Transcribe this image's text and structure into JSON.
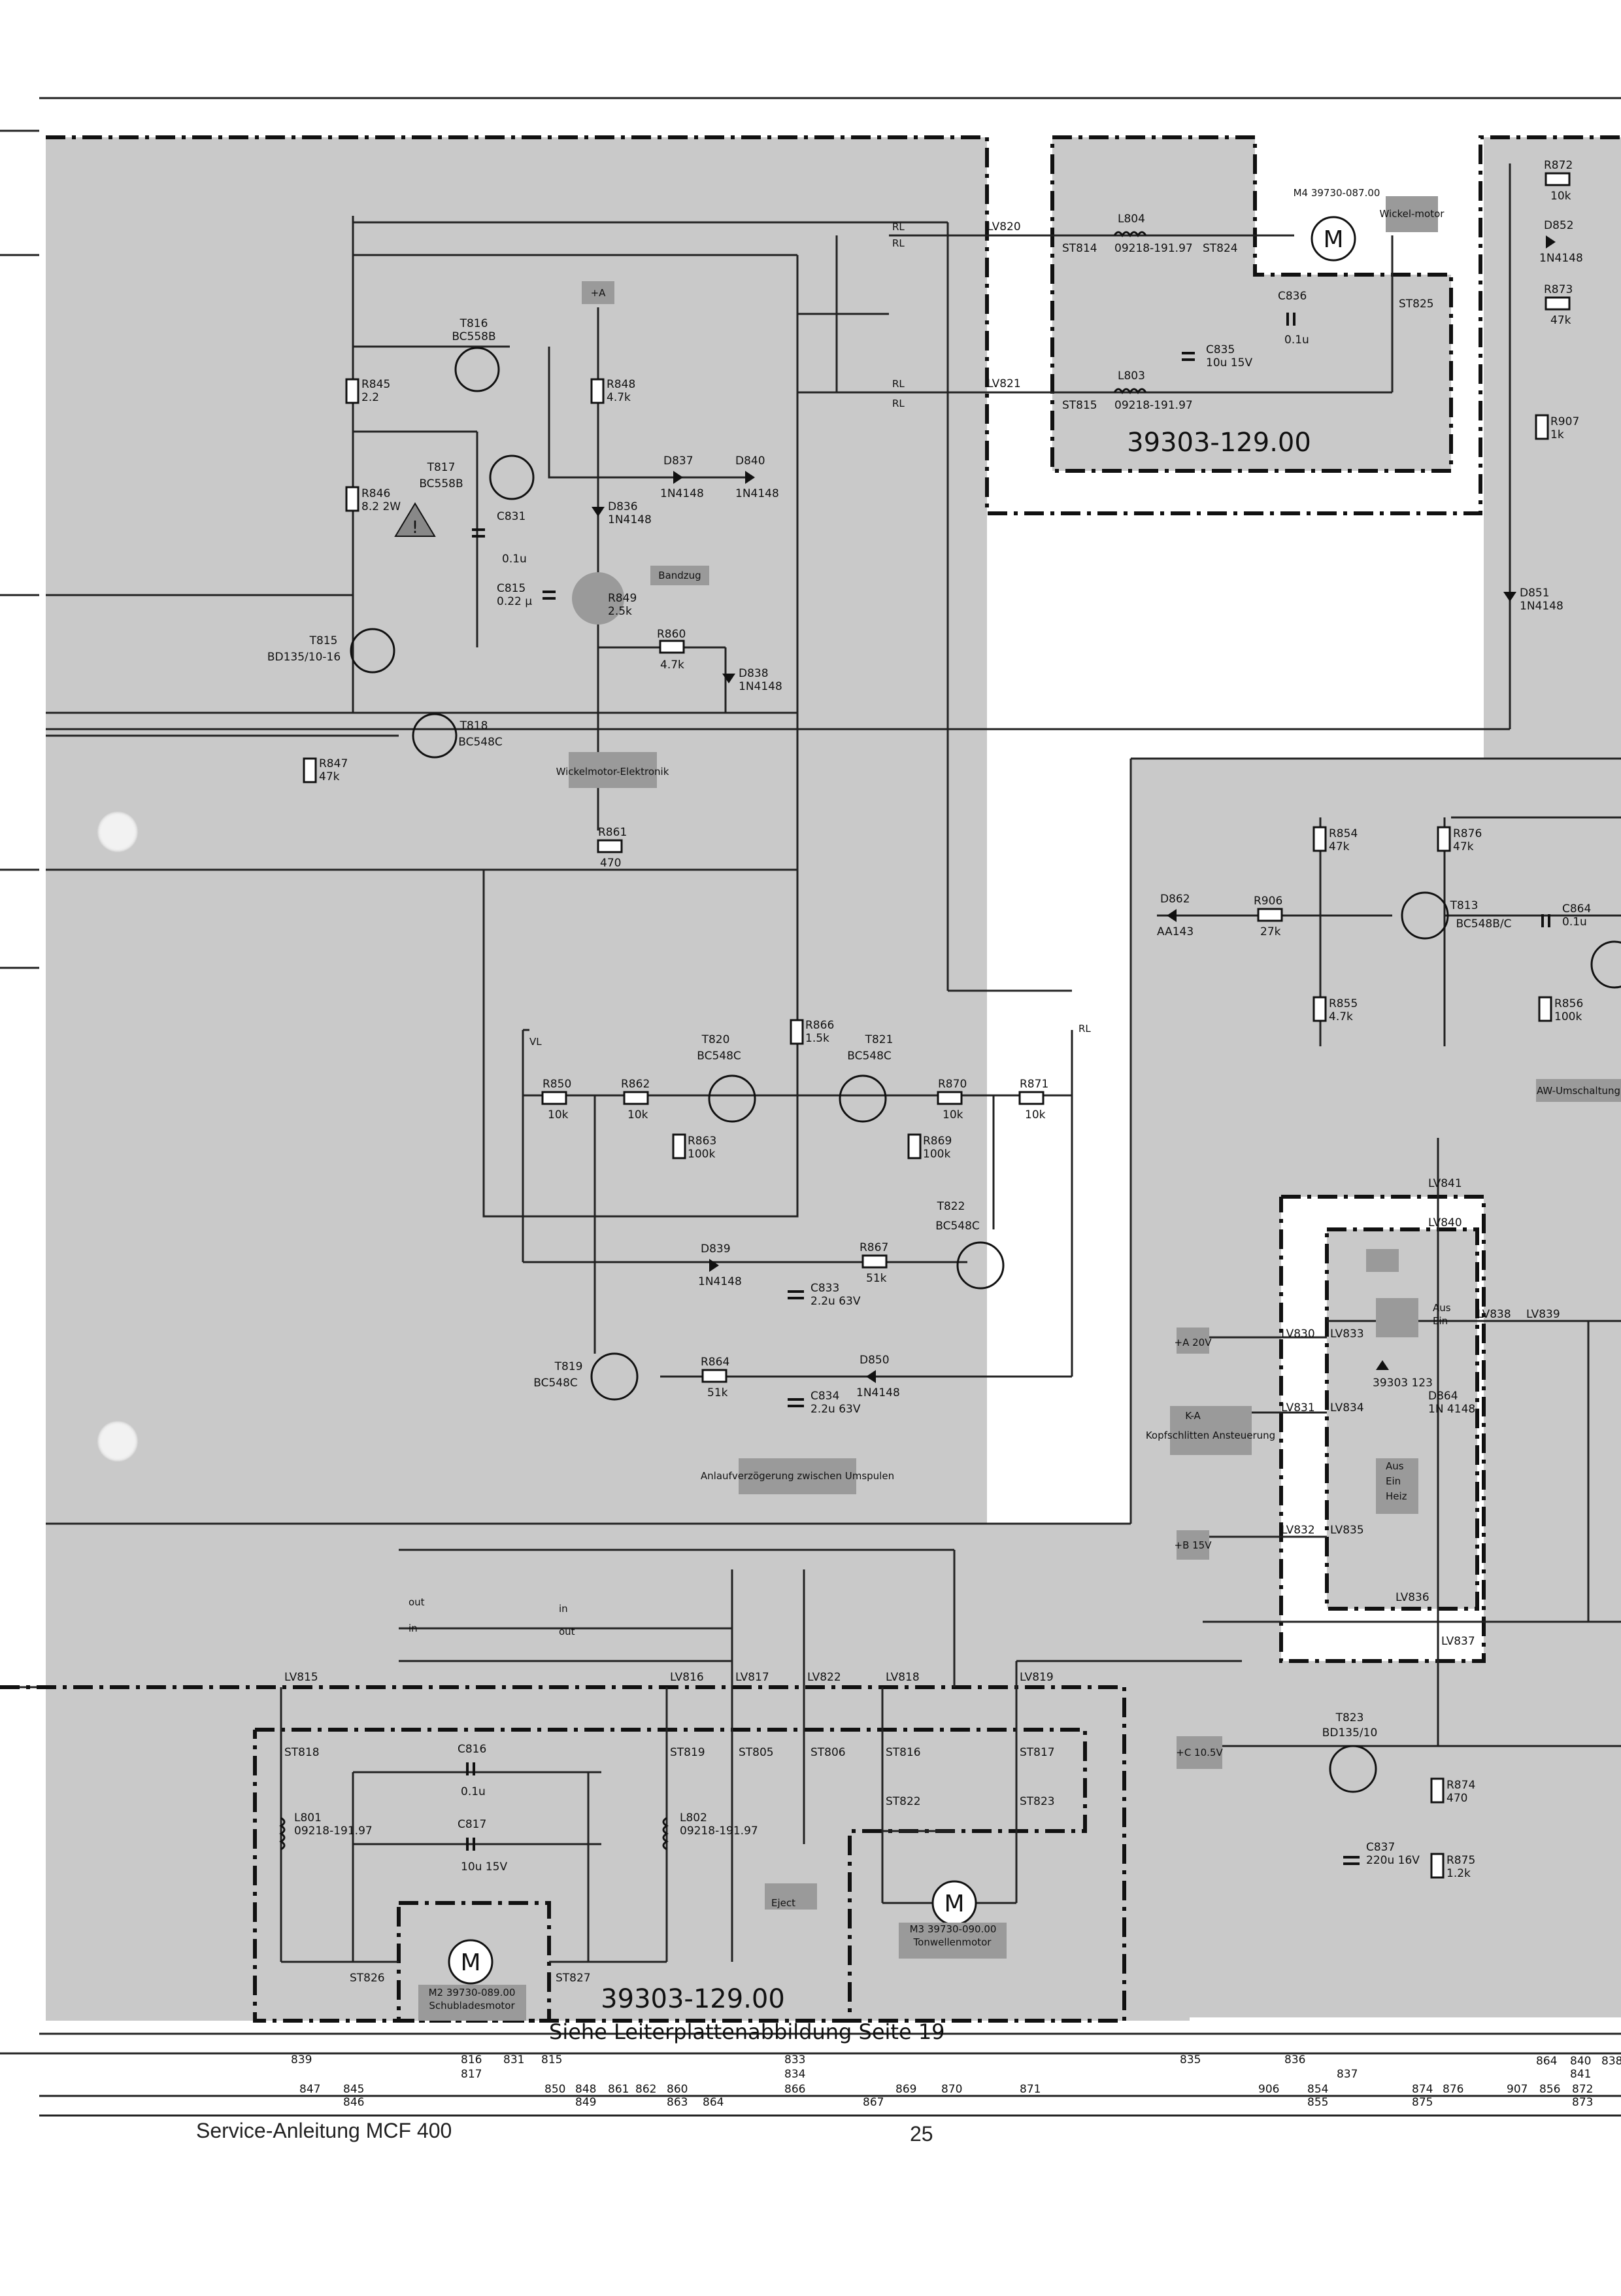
{
  "footer": {
    "left": "Service-Anleitung MCF 400",
    "page_number": "25",
    "pcb_note": "Siehe Leiterplattenabbildung Seite 19"
  },
  "boards": {
    "upper_board": "39303-129.00",
    "lower_board": "39303-129.00",
    "inner_board": "39303 123"
  },
  "notes": {
    "bandzug": "Bandzug",
    "wickelmotor_elektronik": "Wickelmotor-Elektronik",
    "anlauf": "Anlaufverzögerung zwischen Umspulen",
    "wickelmotor": "Wickel-motor",
    "aw_umschaltung": "AW-Umschaltung",
    "kopfschlitten": "Kopfschlitten Ansteuerung",
    "tonwellenmotor": "Tonwellenmotor",
    "schubladesmotor": "Schubladesmotor",
    "eject": "Eject"
  },
  "supply": {
    "a20": "+A 20V",
    "ka": "K-A",
    "b15": "+B 15V",
    "c105": "+C 10.5V",
    "a_small": "+A"
  },
  "motors": {
    "m4": "M4 39730-087.00",
    "m3": "M3 39730-090.00",
    "m2": "M2 39730-089.00"
  },
  "transistors": [
    {
      "ref": "T816",
      "type": "BC558B"
    },
    {
      "ref": "T817",
      "type": "BC558B"
    },
    {
      "ref": "T815",
      "type": "BD135/10-16"
    },
    {
      "ref": "T818",
      "type": "BC548C"
    },
    {
      "ref": "T820",
      "type": "BC548C"
    },
    {
      "ref": "T821",
      "type": "BC548C"
    },
    {
      "ref": "T822",
      "type": "BC548C"
    },
    {
      "ref": "T819",
      "type": "BC548C"
    },
    {
      "ref": "T813",
      "type": "BC548B/C"
    },
    {
      "ref": "T823",
      "type": "BD135/10"
    }
  ],
  "resistors": [
    {
      "ref": "R845",
      "val": "2.2"
    },
    {
      "ref": "R846",
      "val": "8.2 2W"
    },
    {
      "ref": "R848",
      "val": "4.7k"
    },
    {
      "ref": "R849",
      "val": "2.5k"
    },
    {
      "ref": "R860",
      "val": "4.7k"
    },
    {
      "ref": "R847",
      "val": "47k"
    },
    {
      "ref": "R861",
      "val": "470"
    },
    {
      "ref": "R866",
      "val": "1.5k"
    },
    {
      "ref": "R850",
      "val": "10k"
    },
    {
      "ref": "R862",
      "val": "10k"
    },
    {
      "ref": "R863",
      "val": "100k"
    },
    {
      "ref": "R870",
      "val": "10k"
    },
    {
      "ref": "R871",
      "val": "10k"
    },
    {
      "ref": "R869",
      "val": "100k"
    },
    {
      "ref": "R867",
      "val": "51k"
    },
    {
      "ref": "R864",
      "val": "51k"
    },
    {
      "ref": "R872",
      "val": "10k"
    },
    {
      "ref": "R873",
      "val": "47k"
    },
    {
      "ref": "R907",
      "val": "1k"
    },
    {
      "ref": "R854",
      "val": "47k"
    },
    {
      "ref": "R876",
      "val": "47k"
    },
    {
      "ref": "R906",
      "val": "27k"
    },
    {
      "ref": "R855",
      "val": "4.7k"
    },
    {
      "ref": "R856",
      "val": "100k"
    },
    {
      "ref": "R874",
      "val": "470"
    },
    {
      "ref": "R875",
      "val": "1.2k"
    }
  ],
  "capacitors": [
    {
      "ref": "C831",
      "val": "0.1u"
    },
    {
      "ref": "C815",
      "val": "0.22 µ"
    },
    {
      "ref": "C836",
      "val": "0.1u"
    },
    {
      "ref": "C835",
      "val": "10u 15V"
    },
    {
      "ref": "C833",
      "val": "2.2u 63V"
    },
    {
      "ref": "C834",
      "val": "2.2u 63V"
    },
    {
      "ref": "C864",
      "val": "0.1u"
    },
    {
      "ref": "C816",
      "val": "0.1u"
    },
    {
      "ref": "C817",
      "val": "10u 15V"
    },
    {
      "ref": "C837",
      "val": "220u 16V"
    }
  ],
  "diodes": [
    {
      "ref": "D837",
      "val": "1N4148"
    },
    {
      "ref": "D840",
      "val": "1N4148"
    },
    {
      "ref": "D836",
      "val": "1N4148"
    },
    {
      "ref": "D838",
      "val": "1N4148"
    },
    {
      "ref": "D839",
      "val": "1N4148"
    },
    {
      "ref": "D850",
      "val": "1N4148"
    },
    {
      "ref": "D852",
      "val": "1N4148"
    },
    {
      "ref": "D851",
      "val": "1N4148"
    },
    {
      "ref": "D862",
      "val": "AA143"
    },
    {
      "ref": "D864",
      "val": "1N 4148"
    }
  ],
  "inductors": [
    {
      "ref": "L804",
      "val": "09218-191.97"
    },
    {
      "ref": "L803",
      "val": "09218-191.97"
    },
    {
      "ref": "L801",
      "val": "09218-191.97"
    },
    {
      "ref": "L802",
      "val": "09218-191.97"
    }
  ],
  "connectors": {
    "lv820": "LV820",
    "lv821": "LV821",
    "st814": "ST814",
    "st815": "ST815",
    "st824": "ST824",
    "st825": "ST825",
    "lv815": "LV815",
    "lv816": "LV816",
    "lv817": "LV817",
    "lv822": "LV822",
    "lv818": "LV818",
    "lv819": "LV819",
    "st818": "ST818",
    "st819": "ST819",
    "st805": "ST805",
    "st806": "ST806",
    "st816": "ST816",
    "st817": "ST817",
    "st822": "ST822",
    "st823": "ST823",
    "st826": "ST826",
    "st827": "ST827",
    "lv841": "LV841",
    "lv840": "LV840",
    "lv830": "LV830",
    "lv833": "LV833",
    "lv838": "LV838",
    "lv839": "LV839",
    "lv831": "LV831",
    "lv834": "LV834",
    "lv832": "LV832",
    "lv835": "LV835",
    "lv836": "LV836",
    "lv837": "LV837"
  },
  "contacts": {
    "rl": "RL",
    "vl": "VL",
    "aus": "Aus",
    "ein": "Ein",
    "heiz": "Heiz",
    "in": "in",
    "out": "out"
  },
  "index_row1": [
    "839",
    "816",
    "817",
    "831",
    "815",
    "833",
    "834",
    "835",
    "836",
    "837",
    "864",
    "840",
    "841",
    "838"
  ],
  "index_row2": [
    "847",
    "845",
    "846",
    "850",
    "848",
    "849",
    "861",
    "862",
    "860",
    "863",
    "864",
    "866",
    "867",
    "869",
    "870",
    "871",
    "906",
    "854",
    "855",
    "874",
    "875",
    "876",
    "907",
    "856",
    "872",
    "873"
  ]
}
